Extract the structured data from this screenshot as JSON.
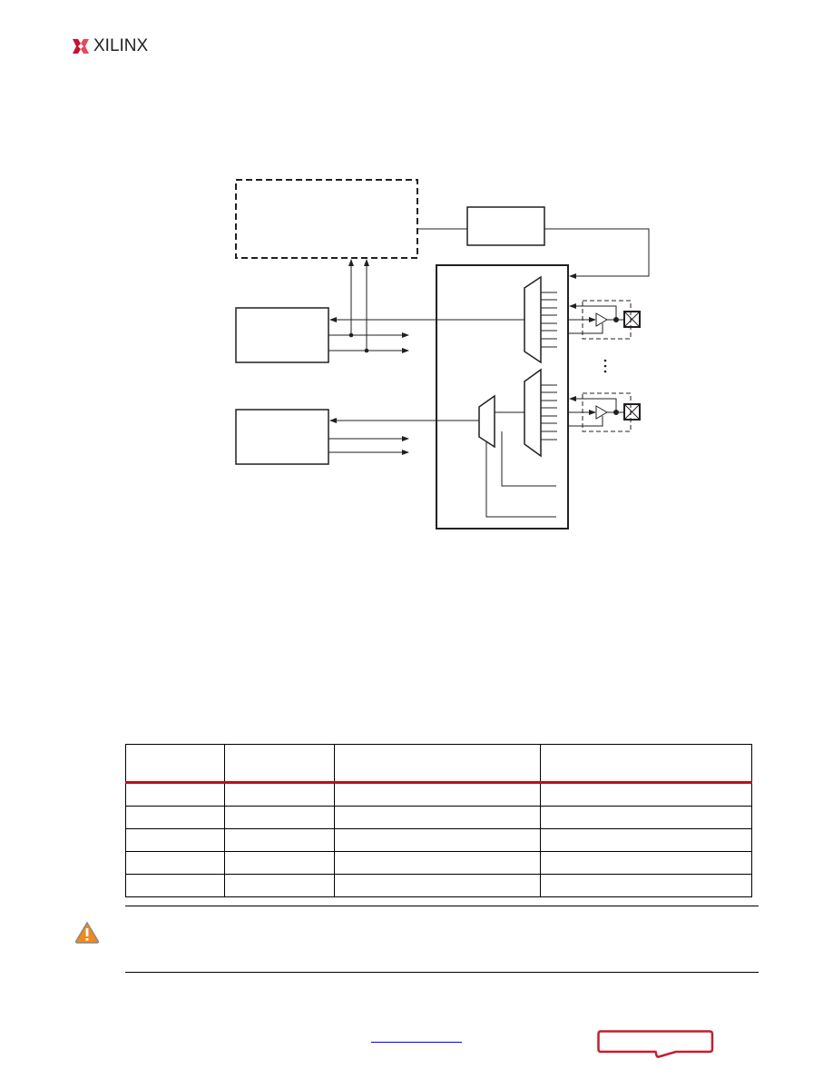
{
  "header": {
    "logo_text": "XILINX",
    "brand_color": "#c8102e"
  },
  "table": {
    "columns": 4,
    "rows": 5,
    "header_rule_color": "#b5121b"
  },
  "note": {
    "icon": "warning-icon",
    "icon_color": "#f08a1c"
  },
  "footer": {
    "link_color": "#0000ff",
    "feedback_button_color": "#c41e2e"
  }
}
